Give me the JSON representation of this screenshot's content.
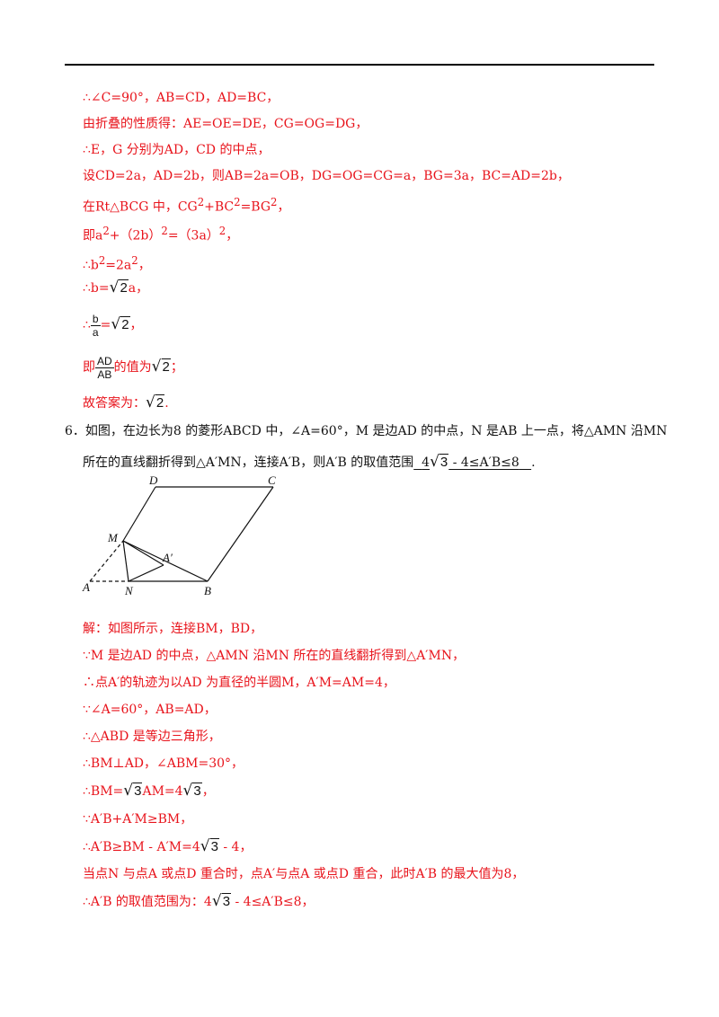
{
  "lines": {
    "l1": "∴∠C=90°，AB=CD，AD=BC，",
    "l2": "由折叠的性质得：AE=OE=DE，CG=OG=DG，",
    "l3": "∴E，G 分别为AD，CD 的中点，",
    "l4": "设CD=2a，AD=2b，则AB=2a=OB，DG=OG=CG=a，BG=3a，BC=AD=2b，",
    "l5a": "在Rt△BCG 中，CG",
    "l5b": "+BC",
    "l5c": "=BG",
    "l5d": "，",
    "l6a": "即a",
    "l6b": "+（2b）",
    "l6c": "=（3a）",
    "l6d": "，",
    "l7a": "∴b",
    "l7b": "=2a",
    "l7c": "，",
    "l8a": "∴b=",
    "l8b": "a，",
    "l9a": "∴",
    "l9b": "=",
    "l9c": "，",
    "l10a": "即",
    "l10b": "的值为",
    "l10c": "；",
    "l11a": "故答案为：",
    "l11b": ".",
    "sup2": "2",
    "root2": "2",
    "root3": "3",
    "frac_b": "b",
    "frac_a": "a",
    "frac_AD": "AD",
    "frac_AB": "AB"
  },
  "question": {
    "number": "6．",
    "q1": "如图，在边长为8 的菱形ABCD 中，∠A=60°，M 是边AD 的中点，N 是AB 上一点，将△AMN 沿MN",
    "q2a": "所在的直线翻折得到△A′MN，连接A′B，则A′B 的取值范围",
    "ans_a": "4",
    "ans_b": " - 4≤A′B≤8",
    "q2end": "."
  },
  "figure": {
    "D": "D",
    "C": "C",
    "M": "M",
    "A1": "A′",
    "A": "A",
    "N": "N",
    "B": "B"
  },
  "solution": {
    "s1": "解：如图所示，连接BM，BD，",
    "s2": "∵M 是边AD 的中点，△AMN 沿MN 所在的直线翻折得到△A′MN，",
    "s3": "∴点A′的轨迹为以AD 为直径的半圆M，A′M=AM=4，",
    "s4": "∵∠A=60°，AB=AD，",
    "s5": "∴△ABD 是等边三角形，",
    "s6": "∴BM⊥AD，∠ABM=30°，",
    "s7a": "∴BM=",
    "s7b": "AM=4",
    "s7c": "，",
    "s8": "∵A′B+A′M≥BM，",
    "s9a": "∴A′B≥BM - A′M=4",
    "s9b": " - 4，",
    "s10": "当点N 与点A 或点D 重合时，点A′与点A 或点D 重合，此时A′B 的最大值为8，",
    "s11a": "∴A′B 的取值范围为：4",
    "s11b": " - 4≤A′B≤8，"
  }
}
